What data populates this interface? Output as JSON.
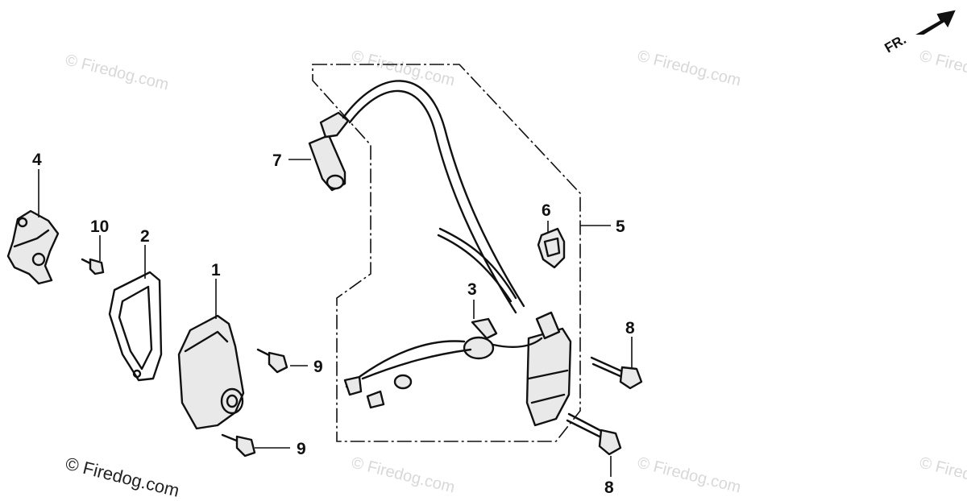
{
  "watermark": {
    "text": "© Firedog.com",
    "footer_text": "© Firedog.com"
  },
  "direction_arrow": {
    "label": "FR."
  },
  "callouts": [
    {
      "id": "c1",
      "label": "1"
    },
    {
      "id": "c2",
      "label": "2"
    },
    {
      "id": "c3",
      "label": "3"
    },
    {
      "id": "c4",
      "label": "4"
    },
    {
      "id": "c5",
      "label": "5"
    },
    {
      "id": "c6",
      "label": "6"
    },
    {
      "id": "c7",
      "label": "7"
    },
    {
      "id": "c8a",
      "label": "8"
    },
    {
      "id": "c8b",
      "label": "8"
    },
    {
      "id": "c9a",
      "label": "9"
    },
    {
      "id": "c9b",
      "label": "9"
    },
    {
      "id": "c10",
      "label": "10"
    }
  ]
}
